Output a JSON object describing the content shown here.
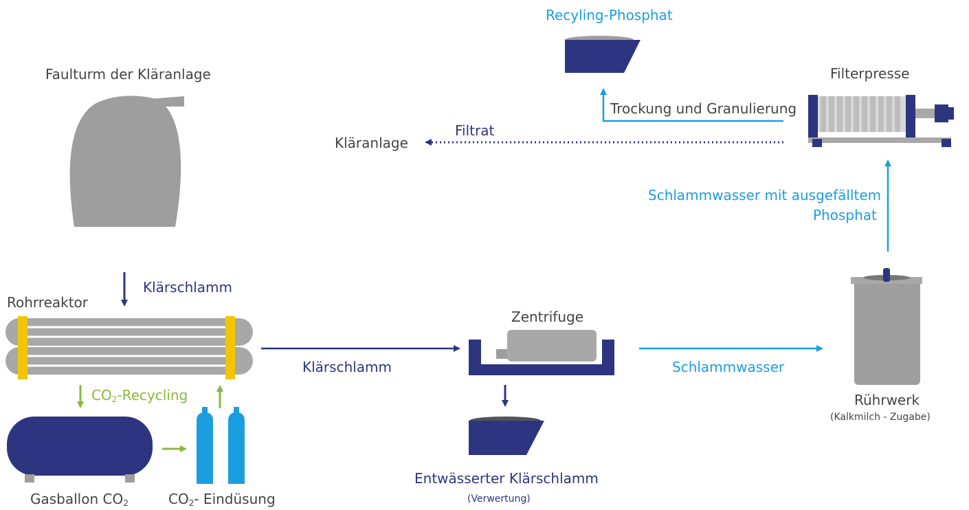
{
  "colors": {
    "navy": "#2e3580",
    "cyan": "#1a9ee0",
    "green": "#8ab93a",
    "gray": "#9e9e9e",
    "yellow": "#f5c400",
    "text": "#444444"
  },
  "nodes": {
    "faulturm": "Faulturm der Kläranlage",
    "rohrreaktor": "Rohrreaktor",
    "gasballon_prefix": "Gasballon CO",
    "gasballon_sub": "2",
    "eindusung_prefix": "CO",
    "eindusung_sub": "2",
    "eindusung_suffix": "- Eindüsung",
    "zentrifuge": "Zentrifuge",
    "entwaesserter": "Entwässerter Klärschlamm",
    "verwertung": "(Verwertung)",
    "ruehrwerk": "Rührwerk",
    "kalkmilch": "(Kalkmilch - Zugabe)",
    "filterpresse": "Filterpresse",
    "recyling_phosphat": "Recyling-Phosphat",
    "klaeranlage": "Kläranlage"
  },
  "flows": {
    "klaerschlamm_down": "Klärschlamm",
    "co2_recycling_prefix": "CO",
    "co2_recycling_sub": "2",
    "co2_recycling_suffix": "-Recycling",
    "klaerschlamm_right": "Klärschlamm",
    "schlammwasser": "Schlammwasser",
    "schlammwasser_phosphat_line1": "Schlammwasser mit ausgefälltem",
    "schlammwasser_phosphat_line2": "Phosphat",
    "trockung": "Trockung und Granulierung",
    "filtrat": "Filtrat"
  }
}
